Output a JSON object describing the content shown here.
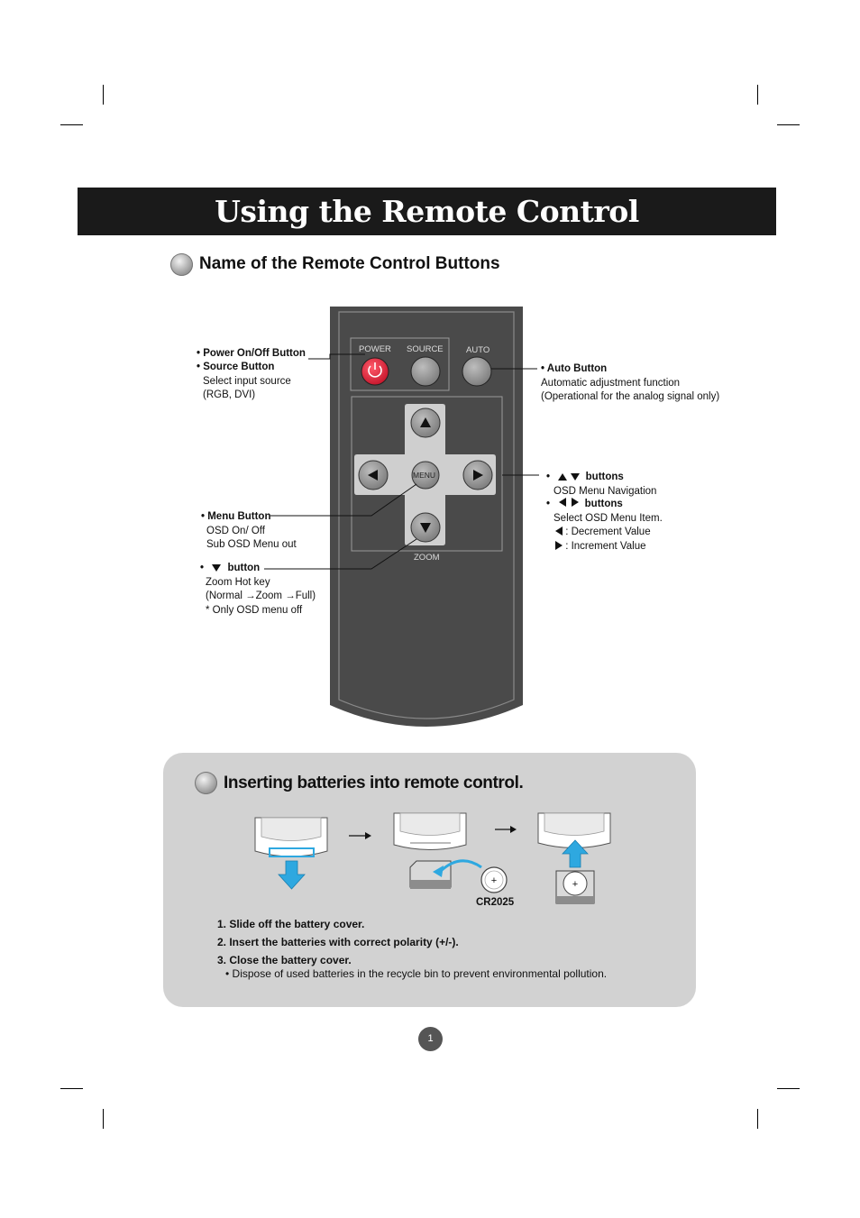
{
  "title": "Using the Remote Control",
  "section1": {
    "heading": "Name of the Remote Control Buttons"
  },
  "remote": {
    "power_label": "POWER",
    "source_label": "SOURCE",
    "auto_label": "AUTO",
    "menu_label": "MENU",
    "zoom_label": "ZOOM"
  },
  "callouts": {
    "power": {
      "title": "• Power On/Off Button"
    },
    "source": {
      "title": "• Source Button",
      "line1": "Select input source",
      "line2": "(RGB, DVI)"
    },
    "auto": {
      "title": "• Auto Button",
      "line1": "Automatic adjustment function",
      "line2": "(Operational for the analog signal only)"
    },
    "updown": {
      "bullet": "•",
      "title": "buttons",
      "line1": "OSD Menu Navigation"
    },
    "leftright": {
      "bullet": "•",
      "title": "buttons",
      "line1": "Select OSD Menu Item.",
      "dec": ": Decrement Value",
      "inc": ": Increment Value"
    },
    "menu": {
      "title": "• Menu Button",
      "line1": "OSD On/ Off",
      "line2": "Sub OSD Menu out"
    },
    "zoom": {
      "bullet": "•",
      "title": "button",
      "line1": "Zoom Hot key",
      "line2a": "(Normal ",
      "line2b": "Zoom ",
      "line2c": "Full)",
      "line3": "* Only OSD menu off"
    }
  },
  "section2": {
    "heading": "Inserting batteries into remote control.",
    "battery_label": "CR2025",
    "steps": [
      "1. Slide off the battery cover.",
      "2. Insert the batteries with correct polarity (+/-).",
      "3. Close the battery cover."
    ],
    "note": "• Dispose of used batteries in the recycle bin to prevent environmental pollution."
  },
  "page_number": "1",
  "colors": {
    "banner": "#1a1a1a",
    "remote_body": "#4a4a4a",
    "power_button": "#e3283c",
    "panel": "#d2d2d2",
    "arrow_blue": "#2ea8e0"
  }
}
